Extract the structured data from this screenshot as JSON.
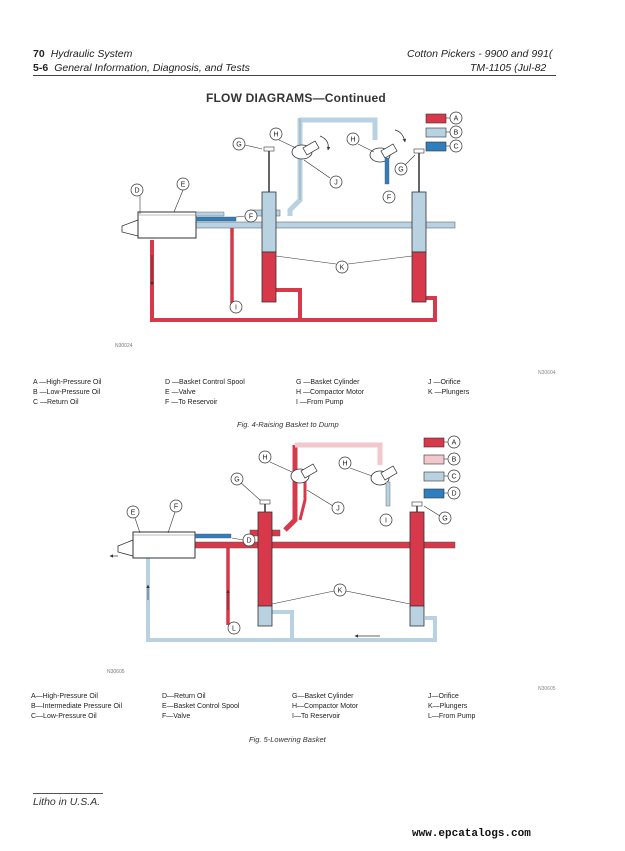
{
  "header": {
    "page_number": "70",
    "section_title": "Hydraulic System",
    "book_title": "Cotton Pickers - 9900 and 991(",
    "page_ref": "5-6",
    "subsection": "General Information, Diagnosis, and Tests",
    "manual_ref": "TM-1105  (Jul-82"
  },
  "page_title": "FLOW DIAGRAMS—Continued",
  "colors": {
    "high_pressure": "#d8394a",
    "intermediate": "#f2c8ce",
    "low_pressure": "#b8d2e2",
    "return": "#2f7fbf",
    "outline": "#333333"
  },
  "fig4": {
    "code": "N30024",
    "small_code": "N30604",
    "keys": {
      "A": "A",
      "B": "B",
      "C": "C",
      "D": "D",
      "E": "E",
      "F": "F",
      "G": "G",
      "H": "H",
      "I": "I",
      "J": "J",
      "K": "K"
    },
    "legend": [
      [
        "A —High-Pressure Oil",
        "B —Low-Pressure Oil",
        "C —Return Oil"
      ],
      [
        "D —Basket Control Spool",
        "E —Valve",
        "F —To Reservoir"
      ],
      [
        "G —Basket Cylinder",
        "H —Compactor Motor",
        "I —From Pump"
      ],
      [
        "J —Orifice",
        "K —Plungers"
      ]
    ],
    "caption": "Fig. 4-Raising Basket to Dump"
  },
  "fig5": {
    "code": "N30605",
    "small_code": "N30605",
    "keys": {
      "A": "A",
      "B": "B",
      "C": "C",
      "D": "D",
      "E": "E",
      "F": "F",
      "G": "G",
      "H": "H",
      "I": "I",
      "J": "J",
      "K": "K",
      "L": "L"
    },
    "legend": [
      [
        "A—High-Pressure Oil",
        "B—Intermediate Pressure Oil",
        "C—Low-Pressure Oil"
      ],
      [
        "D—Return Oil",
        "E—Basket Control Spool",
        "F—Valve"
      ],
      [
        "G—Basket Cylinder",
        "H—Compactor Motor",
        "I—To Reservoir"
      ],
      [
        "J—Orifice",
        "K—Plungers",
        "L—From Pump"
      ]
    ],
    "caption": "Fig. 5-Lowering Basket"
  },
  "footer": {
    "litho": "Litho in U.S.A.",
    "website": "www.epcatalogs.com"
  }
}
